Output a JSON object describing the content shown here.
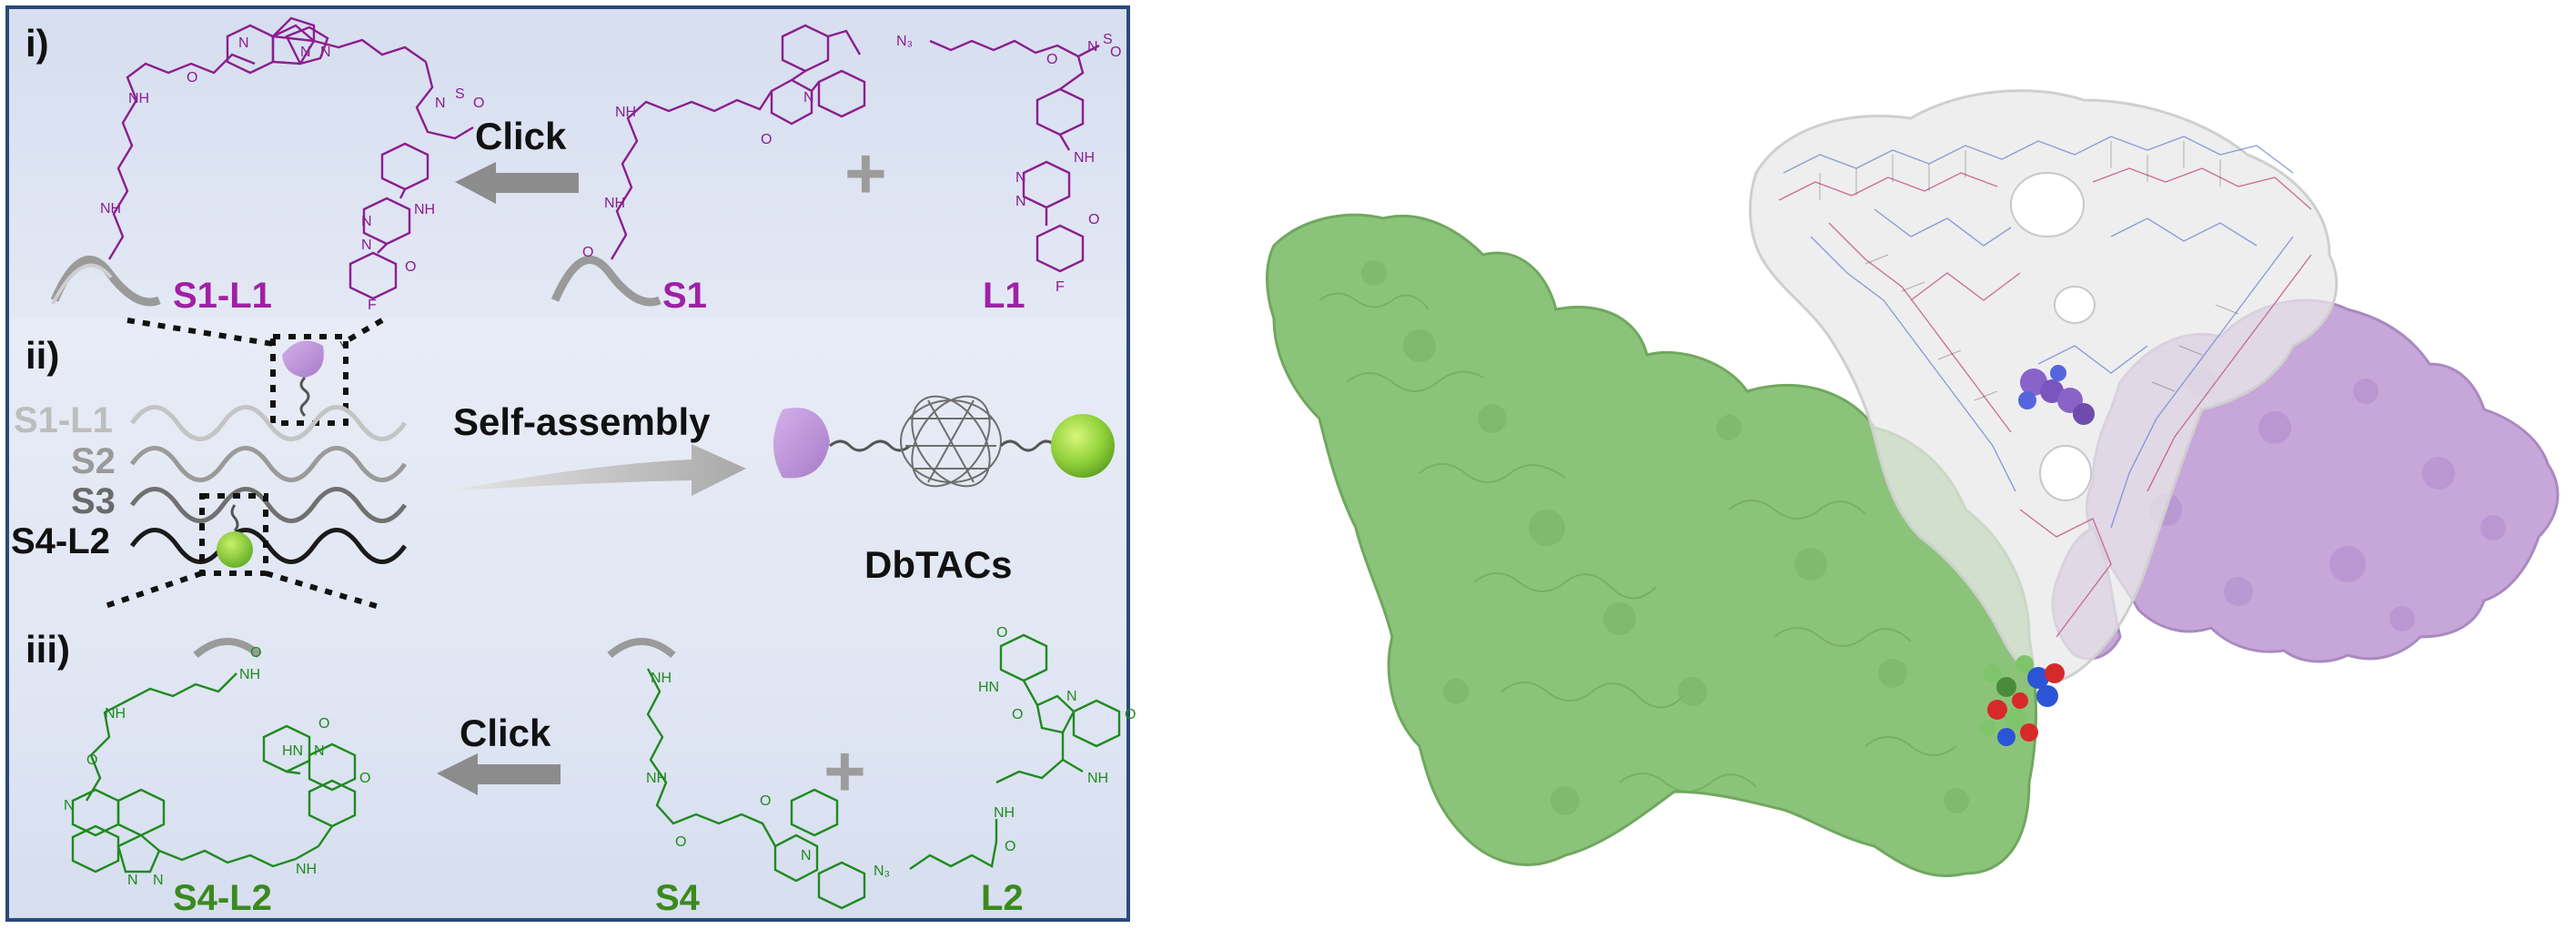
{
  "panel_i": {
    "label": "i)",
    "product": "S1-L1",
    "arrow_label": "Click",
    "reactant1": "S1",
    "reactant2": "L1",
    "plus": "+"
  },
  "panel_ii": {
    "label": "ii)",
    "strands": [
      "S1-L1",
      "S2",
      "S3",
      "S4-L2"
    ],
    "arrow_label": "Self-assembly",
    "product": "DbTACs"
  },
  "panel_iii": {
    "label": "iii)",
    "product": "S4-L2",
    "arrow_label": "Click",
    "reactant1": "S4",
    "reactant2": "L2",
    "plus": "+"
  },
  "atoms": {
    "n3": "N₃",
    "n": "N",
    "nh": "NH",
    "hn": "HN",
    "o": "O",
    "s": "S",
    "f": "F"
  },
  "colors": {
    "purple_chem": "#8b1e8f",
    "green_chem": "#1f8a1f",
    "label_purple": "#a020a6",
    "label_green": "#3a8a1f",
    "panel_bg_top": "#dde4f2",
    "panel_bg_mid": "#e6ebf6",
    "panel_border": "#2b4a7a",
    "protein_green": "#8cc37a",
    "protein_purple": "#c7a6da"
  }
}
